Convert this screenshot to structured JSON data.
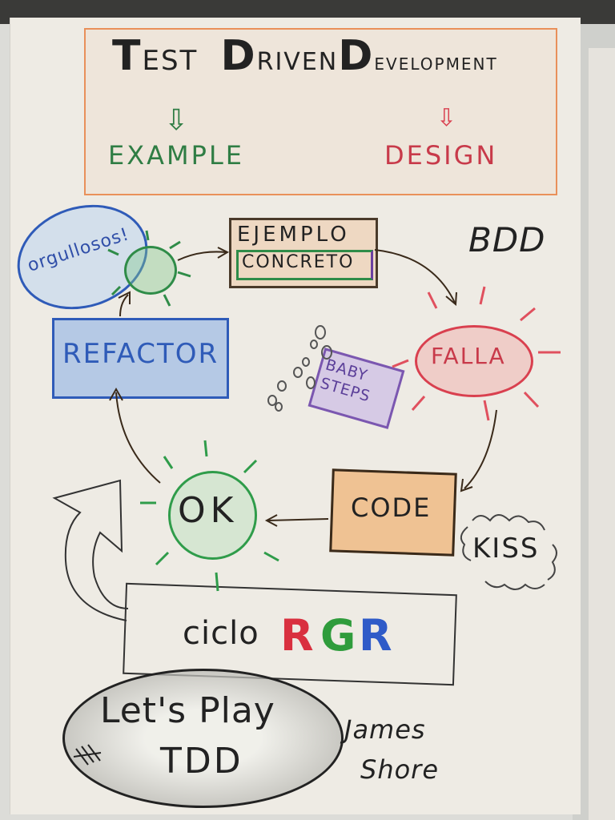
{
  "poster": {
    "title": "TEST DRIVEN DEVELOPMENT",
    "title_parts": [
      "EST",
      "RIVEN",
      "EVELOPMENT"
    ],
    "example": "EXAMPLE",
    "design": "DESIGN",
    "bubble": "orgullosos!",
    "ejemplo": "EJEMPLO",
    "concreto": "CONCRETO",
    "bdd": "BDD",
    "refactor": "REFACTOR",
    "falla": "FALLA",
    "baby_steps": "BABY STEPS",
    "code": "CODE",
    "kiss": "KISS",
    "ok": "OK",
    "ciclo": "ciclo",
    "rgr": [
      "R",
      "G",
      "R"
    ],
    "lets_play": "Let's Play",
    "tdd": "TDD",
    "james": "James",
    "shore": "Shore"
  },
  "colors": {
    "green": "#2f9c4a",
    "red": "#d9303f",
    "blue": "#2f5bc8",
    "orange": "#e9905a",
    "purple": "#7b57b0"
  }
}
